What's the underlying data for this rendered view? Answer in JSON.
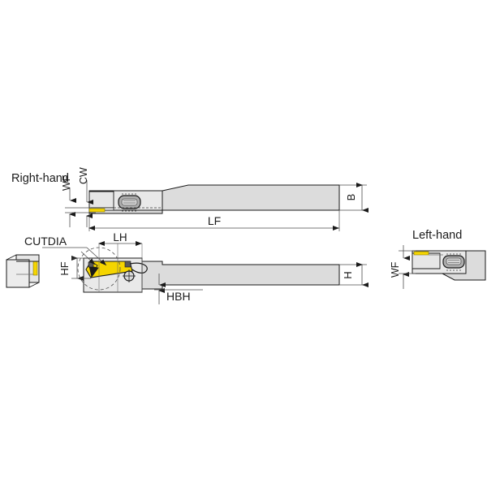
{
  "drawing": {
    "title_right_hand": "Right-hand",
    "title_left_hand": "Left-hand",
    "dimensions": {
      "wf_top": "WF",
      "cw": "CW",
      "lf": "LF",
      "b": "B",
      "cutdia": "CUTDIA",
      "lh": "LH",
      "hf": "HF",
      "hbh": "HBH",
      "h": "H",
      "wf_left": "WF"
    },
    "colors": {
      "insert": "#F5D500",
      "body_fill": "#DCDCDC",
      "body_fill_light": "#E9E9E9",
      "clamp_fill": "#B3B3B3",
      "outline": "#1A1A1A",
      "dim_line": "#4D4D4D",
      "text": "#1A1A1A",
      "background": "#FFFFFF"
    }
  }
}
